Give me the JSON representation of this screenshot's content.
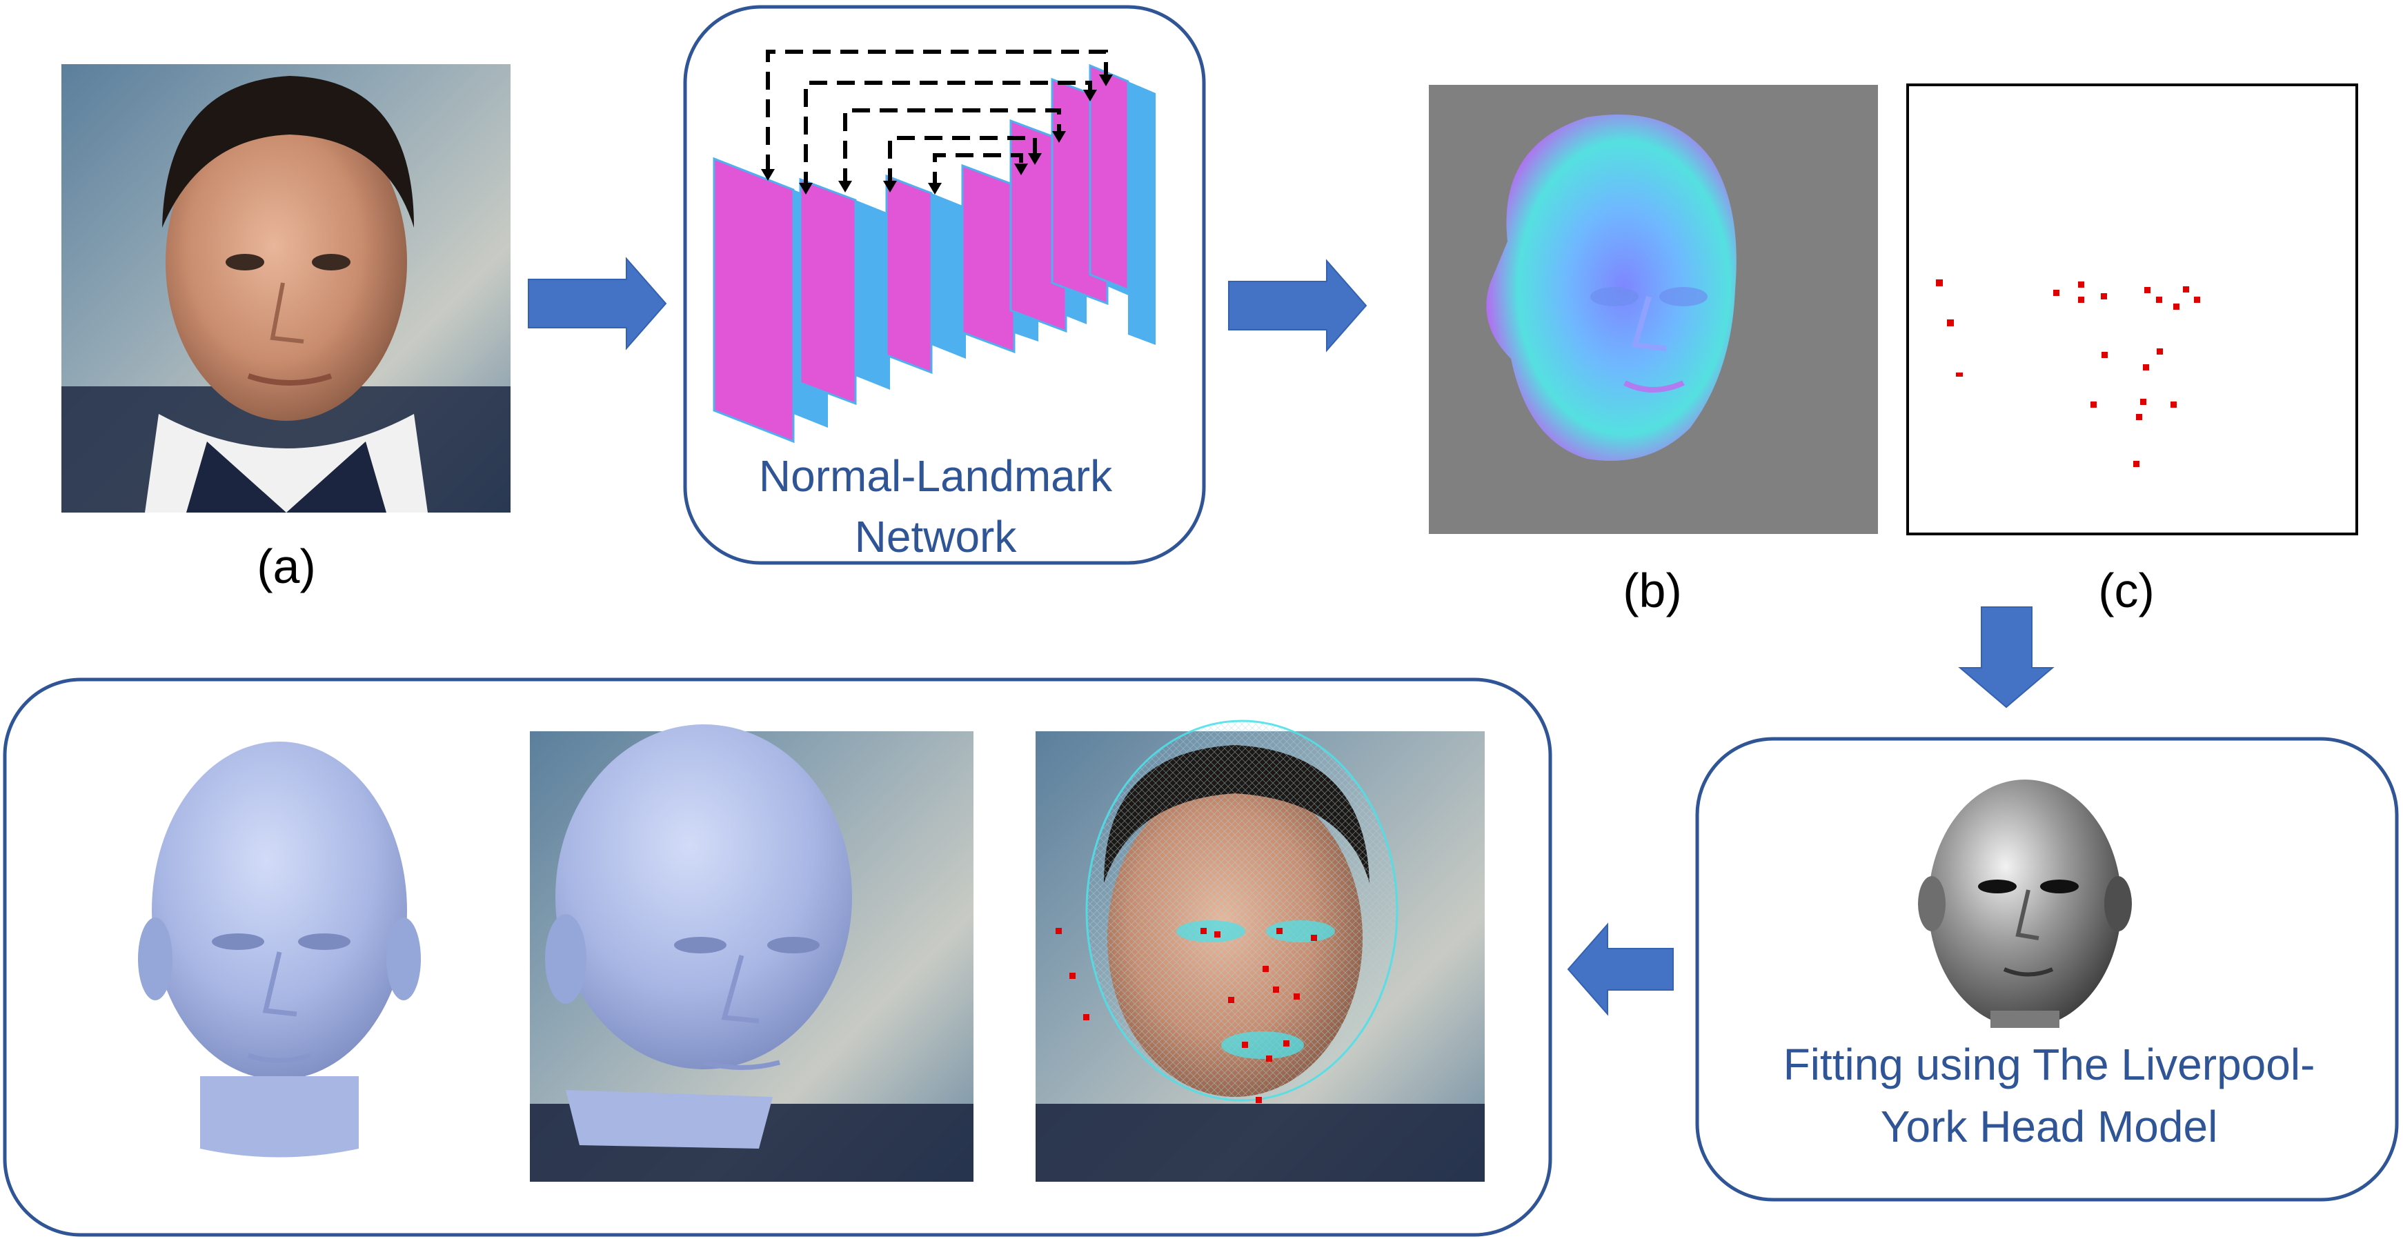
{
  "captions": {
    "a": "(a)",
    "b": "(b)",
    "c": "(c)"
  },
  "network": {
    "label_line1": "Normal-Landmark",
    "label_line2": "Network"
  },
  "fitting": {
    "label_line1": "Fitting using The Liverpool-",
    "label_line2": "York Head Model"
  },
  "colors": {
    "frame": "#2f5597",
    "arrow": "#4472c4",
    "layer_magenta": "#e056d6",
    "layer_blue": "#4eb0ee",
    "landmark": "#e00000",
    "mesh_blue": "#aab8e6",
    "mesh_overlay": "#4fe0e8"
  },
  "icons": {
    "photo": "face-photo-icon",
    "normal_map": "normal-map-icon",
    "landmark_map": "landmark-map-icon",
    "gray_head": "head-model-icon",
    "blue_head": "reconstructed-head-icon"
  }
}
